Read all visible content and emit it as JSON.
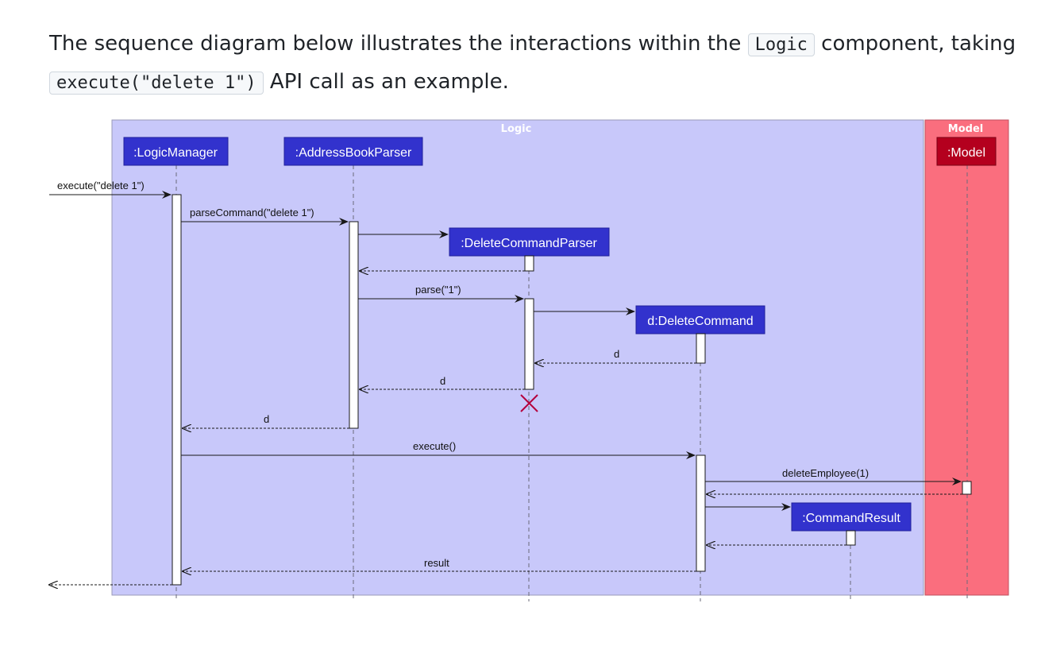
{
  "intro": {
    "before": "The sequence diagram below illustrates the interactions within the ",
    "code1": "Logic",
    "middle": " component, taking ",
    "code2": "execute(\"delete 1\")",
    "after": " API call as an example."
  },
  "diagram": {
    "groups": {
      "logic": "Logic",
      "model": "Model"
    },
    "participants": {
      "logic_manager": ":LogicManager",
      "address_book_parser": ":AddressBookParser",
      "delete_command_parser": ":DeleteCommandParser",
      "delete_command": "d:DeleteCommand",
      "command_result": ":CommandResult",
      "model": ":Model"
    },
    "messages": {
      "execute_delete": "execute(\"delete 1\")",
      "parse_command": "parseCommand(\"delete 1\")",
      "parse": "parse(\"1\")",
      "return_d_1": "d",
      "return_d_2": "d",
      "return_d_3": "d",
      "execute": "execute()",
      "delete_employee": "deleteEmployee(1)",
      "result": "result"
    },
    "colors": {
      "logic_bg": "#c8c8fa",
      "model_bg": "#fa6e7e",
      "participant": "#3232cd",
      "model_participant": "#b4001e",
      "destroy": "#b4003c"
    }
  }
}
